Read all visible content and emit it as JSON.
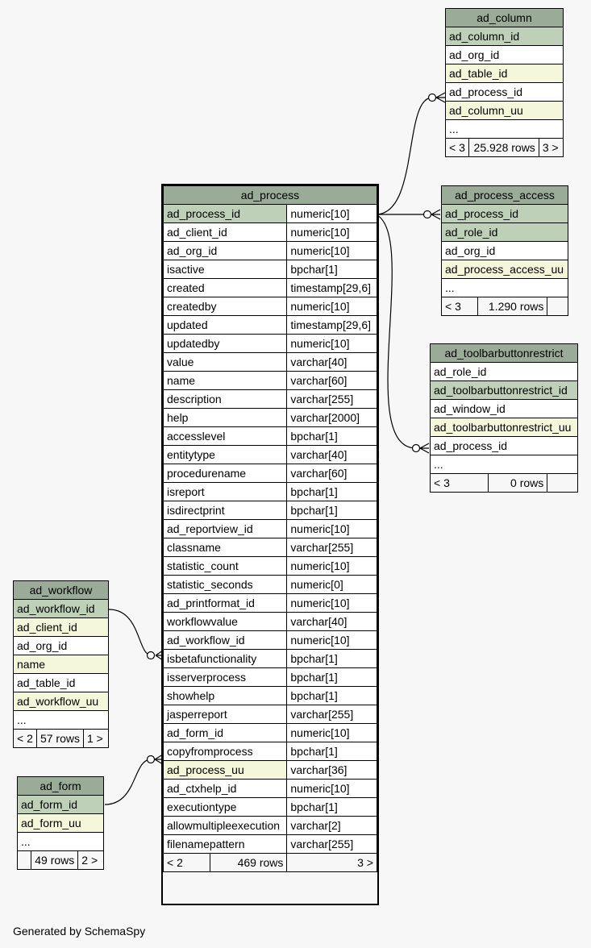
{
  "tables": {
    "ad_column": {
      "name": "ad_column",
      "columns": [
        "ad_column_id",
        "ad_org_id",
        "ad_table_id",
        "ad_process_id",
        "ad_column_uu",
        "..."
      ],
      "footer": {
        "left": "< 3",
        "rows": "25.928 rows",
        "right": "3 >"
      }
    },
    "ad_process_access": {
      "name": "ad_process_access",
      "columns": [
        "ad_process_id",
        "ad_role_id",
        "ad_org_id",
        "ad_process_access_uu",
        "..."
      ],
      "footer": {
        "left": "< 3",
        "rows": "1.290 rows",
        "right": ""
      }
    },
    "ad_toolbarbuttonrestrict": {
      "name": "ad_toolbarbuttonrestrict",
      "columns": [
        "ad_role_id",
        "ad_toolbarbuttonrestrict_id",
        "ad_window_id",
        "ad_toolbarbuttonrestrict_uu",
        "ad_process_id",
        "..."
      ],
      "footer": {
        "left": "< 3",
        "rows": "0 rows",
        "right": ""
      }
    },
    "ad_workflow": {
      "name": "ad_workflow",
      "columns": [
        "ad_workflow_id",
        "ad_client_id",
        "ad_org_id",
        "name",
        "ad_table_id",
        "ad_workflow_uu",
        "..."
      ],
      "footer": {
        "left": "< 2",
        "rows": "57 rows",
        "right": "1 >"
      }
    },
    "ad_form": {
      "name": "ad_form",
      "columns": [
        "ad_form_id",
        "ad_form_uu",
        "..."
      ],
      "footer": {
        "left": "",
        "rows": "49 rows",
        "right": "2 >"
      }
    },
    "ad_process": {
      "name": "ad_process",
      "columns": [
        {
          "name": "ad_process_id",
          "type": "numeric[10]"
        },
        {
          "name": "ad_client_id",
          "type": "numeric[10]"
        },
        {
          "name": "ad_org_id",
          "type": "numeric[10]"
        },
        {
          "name": "isactive",
          "type": "bpchar[1]"
        },
        {
          "name": "created",
          "type": "timestamp[29,6]"
        },
        {
          "name": "createdby",
          "type": "numeric[10]"
        },
        {
          "name": "updated",
          "type": "timestamp[29,6]"
        },
        {
          "name": "updatedby",
          "type": "numeric[10]"
        },
        {
          "name": "value",
          "type": "varchar[40]"
        },
        {
          "name": "name",
          "type": "varchar[60]"
        },
        {
          "name": "description",
          "type": "varchar[255]"
        },
        {
          "name": "help",
          "type": "varchar[2000]"
        },
        {
          "name": "accesslevel",
          "type": "bpchar[1]"
        },
        {
          "name": "entitytype",
          "type": "varchar[40]"
        },
        {
          "name": "procedurename",
          "type": "varchar[60]"
        },
        {
          "name": "isreport",
          "type": "bpchar[1]"
        },
        {
          "name": "isdirectprint",
          "type": "bpchar[1]"
        },
        {
          "name": "ad_reportview_id",
          "type": "numeric[10]"
        },
        {
          "name": "classname",
          "type": "varchar[255]"
        },
        {
          "name": "statistic_count",
          "type": "numeric[10]"
        },
        {
          "name": "statistic_seconds",
          "type": "numeric[0]"
        },
        {
          "name": "ad_printformat_id",
          "type": "numeric[10]"
        },
        {
          "name": "workflowvalue",
          "type": "varchar[40]"
        },
        {
          "name": "ad_workflow_id",
          "type": "numeric[10]"
        },
        {
          "name": "isbetafunctionality",
          "type": "bpchar[1]"
        },
        {
          "name": "isserverprocess",
          "type": "bpchar[1]"
        },
        {
          "name": "showhelp",
          "type": "bpchar[1]"
        },
        {
          "name": "jasperreport",
          "type": "varchar[255]"
        },
        {
          "name": "ad_form_id",
          "type": "numeric[10]"
        },
        {
          "name": "copyfromprocess",
          "type": "bpchar[1]"
        },
        {
          "name": "ad_process_uu",
          "type": "varchar[36]"
        },
        {
          "name": "ad_ctxhelp_id",
          "type": "numeric[10]"
        },
        {
          "name": "executiontype",
          "type": "bpchar[1]"
        },
        {
          "name": "allowmultipleexecution",
          "type": "varchar[2]"
        },
        {
          "name": "filenamepattern",
          "type": "varchar[255]"
        }
      ],
      "footer": {
        "left": "< 2",
        "rows": "469 rows",
        "right": "3 >"
      }
    }
  },
  "colors": {
    "header": "#9aab98",
    "primary_key": "#bed1b8",
    "foreign_or_unique": "#f4f7da",
    "background": "#f7f7f7"
  },
  "footer_text": "Generated by SchemaSpy"
}
